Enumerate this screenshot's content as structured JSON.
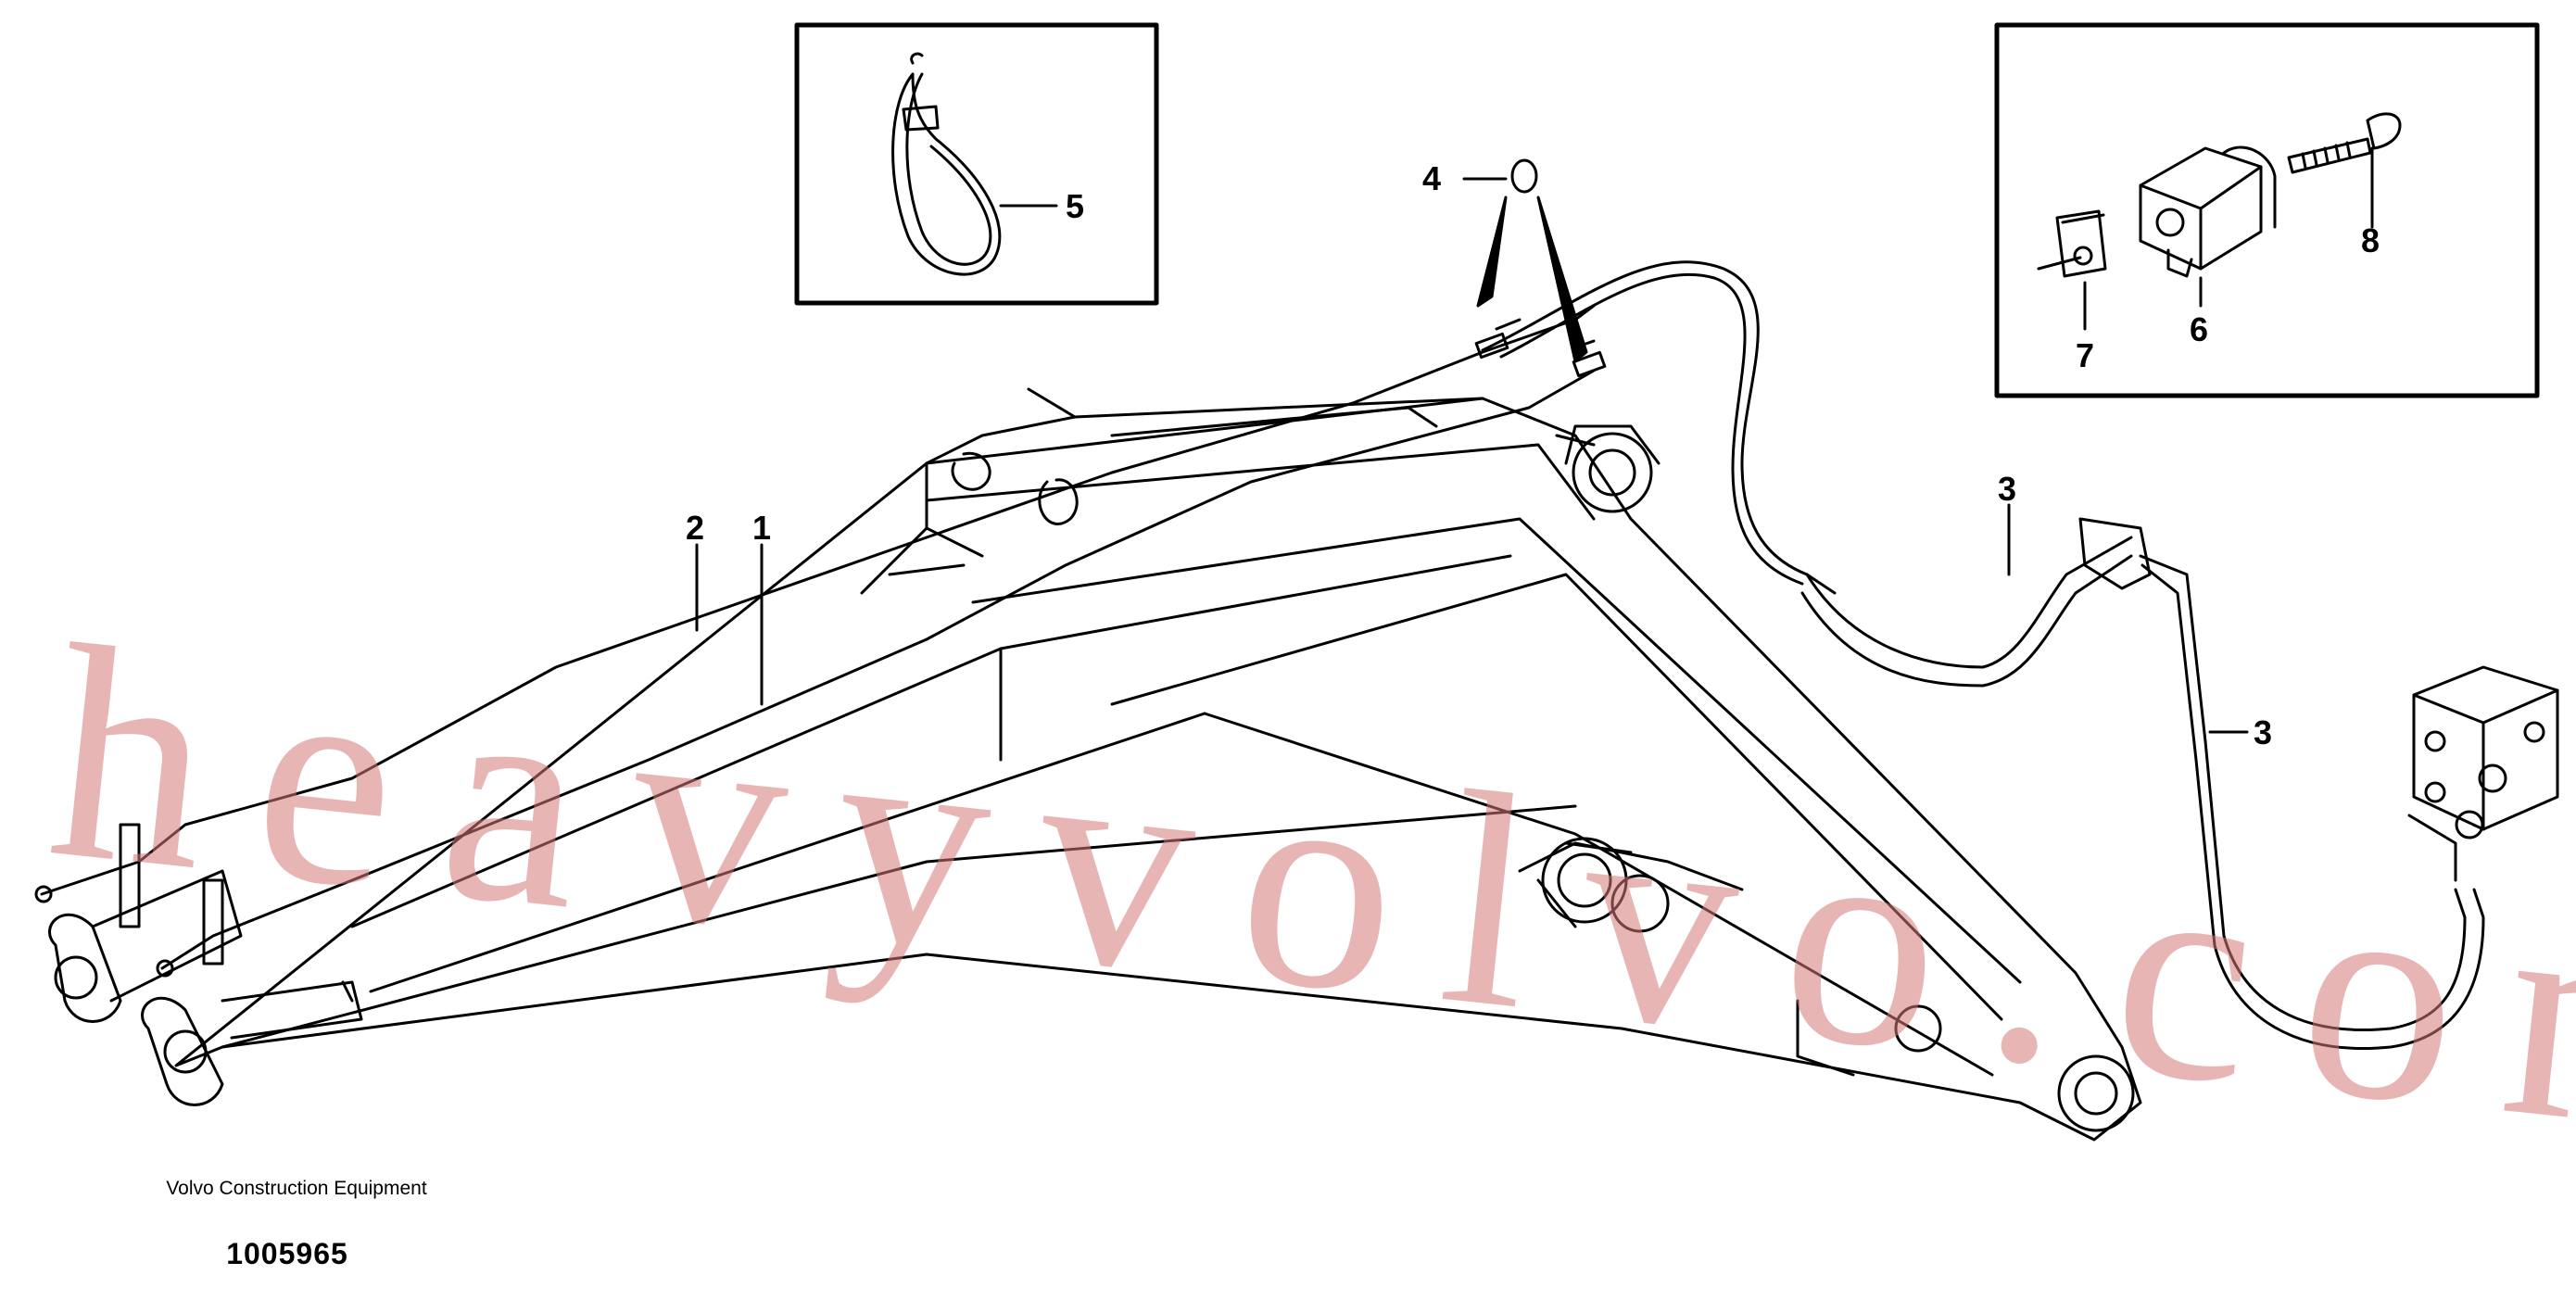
{
  "callouts": {
    "c1": "1",
    "c2": "2",
    "c3a": "3",
    "c3b": "3",
    "c4": "4",
    "c5": "5",
    "c6": "6",
    "c7": "7",
    "c8": "8"
  },
  "caption": {
    "company": "Volvo Construction Equipment",
    "part_number": "1005965"
  },
  "watermark": "heavyvolvo.com",
  "colors": {
    "line": "#000000",
    "watermark": "#d67878"
  }
}
